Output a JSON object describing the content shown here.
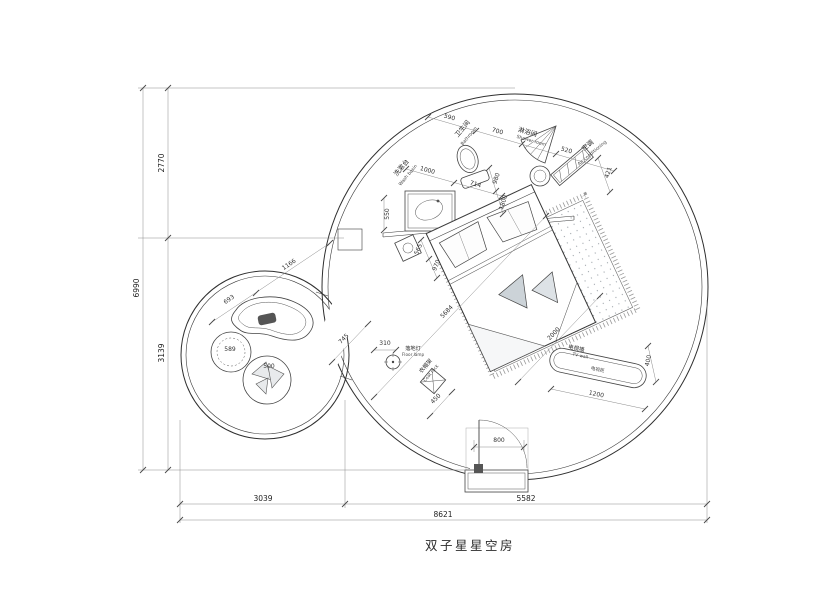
{
  "title": "双子星星空房",
  "outer_dims": {
    "total_h": "6990",
    "upper_h": "2770",
    "lower_h": "3139",
    "left_w": "3039",
    "right_w": "5582",
    "total_w": "8621"
  },
  "labels": {
    "washbasin_zh": "洗漱台",
    "washbasin_en": "Wash basin",
    "bathroom_zh": "卫生间",
    "bathroom_en": "Bathroom",
    "shower_zh": "淋浴间",
    "shower_en": "Shower room",
    "ac_zh": "空调",
    "ac_en": "Air conditioning",
    "floorlamp_zh": "落地灯",
    "floorlamp_en": "Floor lamp",
    "coatrack_zh": "衣帽架",
    "coatrack_en": "Coat rack",
    "tvwall_zh": "电视墙",
    "tvwall_en": "TV wall",
    "tvcab_zh": "电视柜"
  },
  "dims": {
    "d590": "590",
    "d700": "700",
    "d520": "520",
    "d421": "421",
    "d1000": "1000",
    "d714": "714",
    "d980": "980",
    "d1800": "1800",
    "d550": "550",
    "d565": "565",
    "d970": "970",
    "d5684": "5684",
    "d2000": "2000",
    "d745": "745",
    "d693": "693",
    "d1166": "1166",
    "d589": "589",
    "d500": "500",
    "d310": "310",
    "d450": "450",
    "d1200": "1200",
    "d400": "400",
    "d800": "800"
  }
}
